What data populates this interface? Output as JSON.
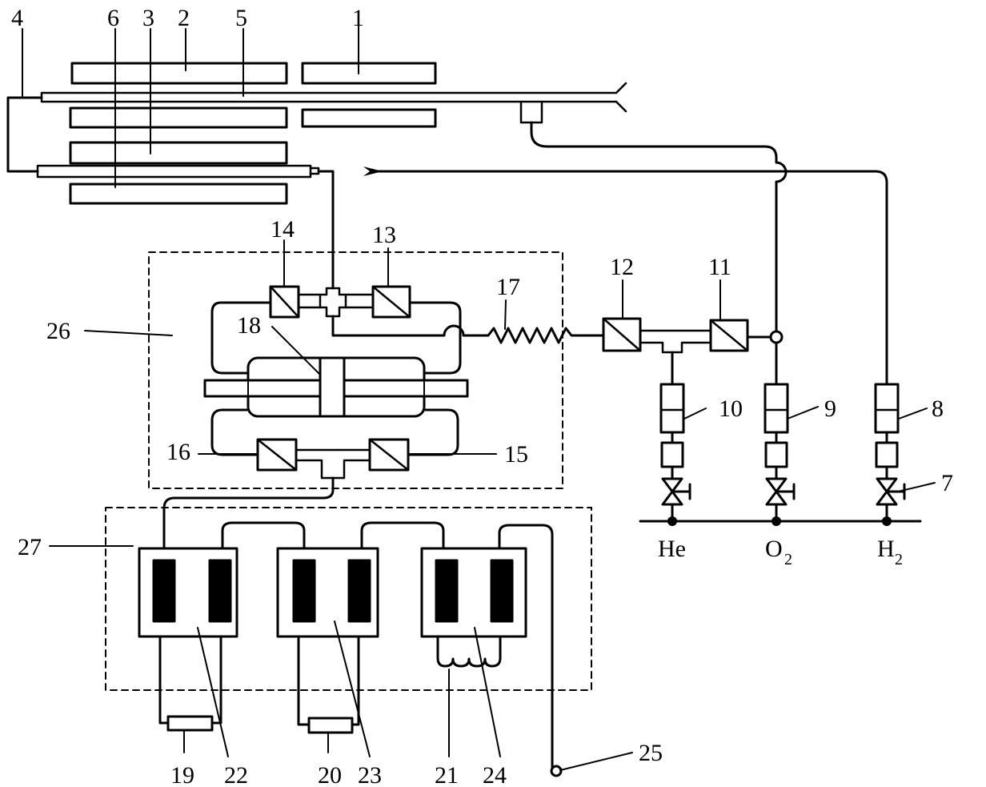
{
  "labels": {
    "n1": "1",
    "n2": "2",
    "n3": "3",
    "n4": "4",
    "n5": "5",
    "n6": "6",
    "n7": "7",
    "n8": "8",
    "n9": "9",
    "n10": "10",
    "n11": "11",
    "n12": "12",
    "n13": "13",
    "n14": "14",
    "n15": "15",
    "n16": "16",
    "n17": "17",
    "n18": "18",
    "n19": "19",
    "n20": "20",
    "n21": "21",
    "n22": "22",
    "n23": "23",
    "n24": "24",
    "n25": "25",
    "n26": "26",
    "n27": "27"
  },
  "gases": {
    "he": "He",
    "o2_main": "O",
    "o2_sub": "2",
    "h2_main": "H",
    "h2_sub": "2"
  }
}
